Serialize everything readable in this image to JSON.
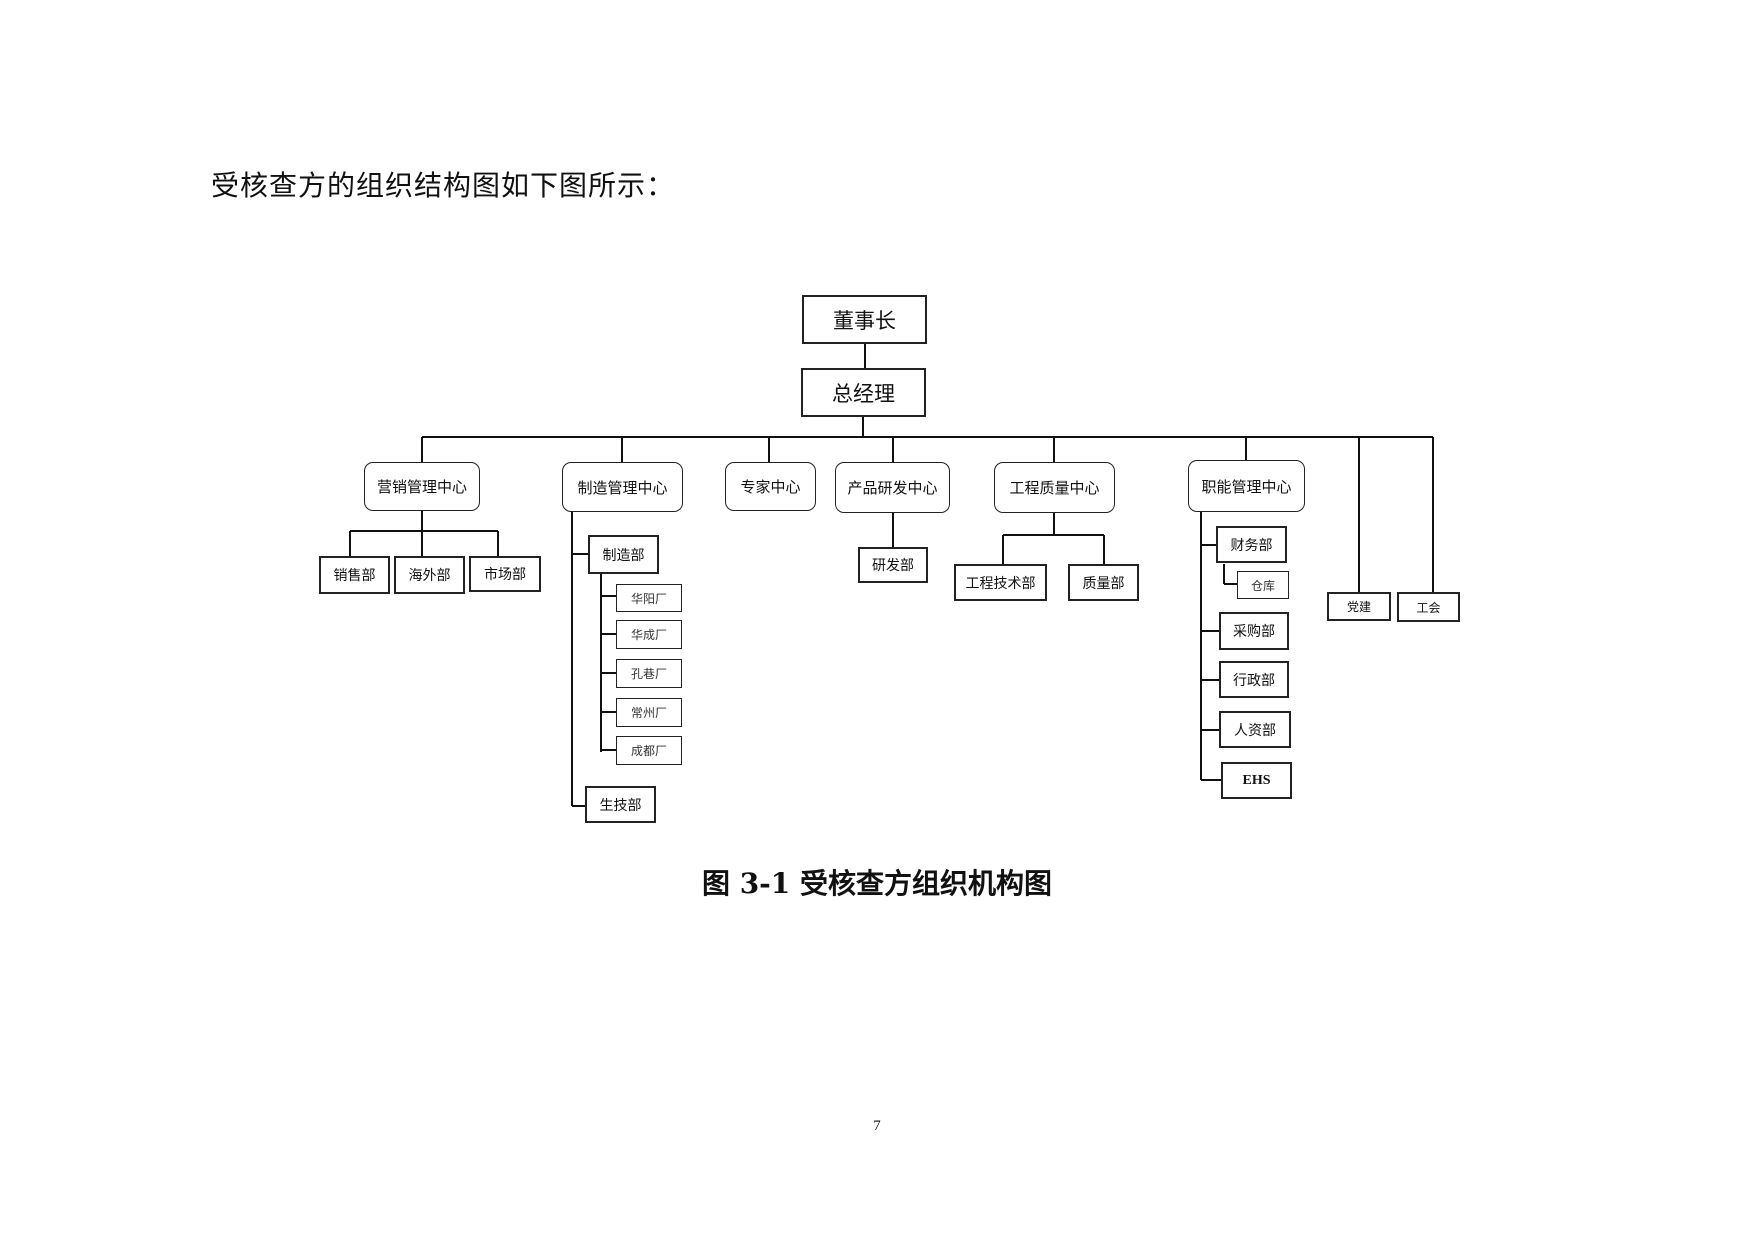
{
  "intro_text": "受核查方的组织结构图如下图所示：",
  "org": {
    "chairman": "董事长",
    "general_manager": "总经理",
    "marketing_center": "营销管理中心",
    "sales_dept": "销售部",
    "overseas_dept": "海外部",
    "market_dept": "市场部",
    "manufacturing_center": "制造管理中心",
    "manufacturing_dept": "制造部",
    "factory_huayang": "华阳厂",
    "factory_huacheng": "华成厂",
    "factory_kongxiang": "孔巷厂",
    "factory_changzhou": "常州厂",
    "factory_chengdu": "成都厂",
    "production_tech_dept": "生技部",
    "expert_center": "专家中心",
    "rd_center": "产品研发中心",
    "rd_dept": "研发部",
    "engineering_quality_center": "工程质量中心",
    "engineering_tech_dept": "工程技术部",
    "quality_dept": "质量部",
    "functional_center": "职能管理中心",
    "finance_dept": "财务部",
    "warehouse": "仓库",
    "purchasing_dept": "采购部",
    "admin_dept": "行政部",
    "hr_dept": "人资部",
    "ehs": "EHS",
    "party": "党建",
    "union": "工会"
  },
  "caption": "图 3-1  受核查方组织机构图",
  "page_number": "7"
}
